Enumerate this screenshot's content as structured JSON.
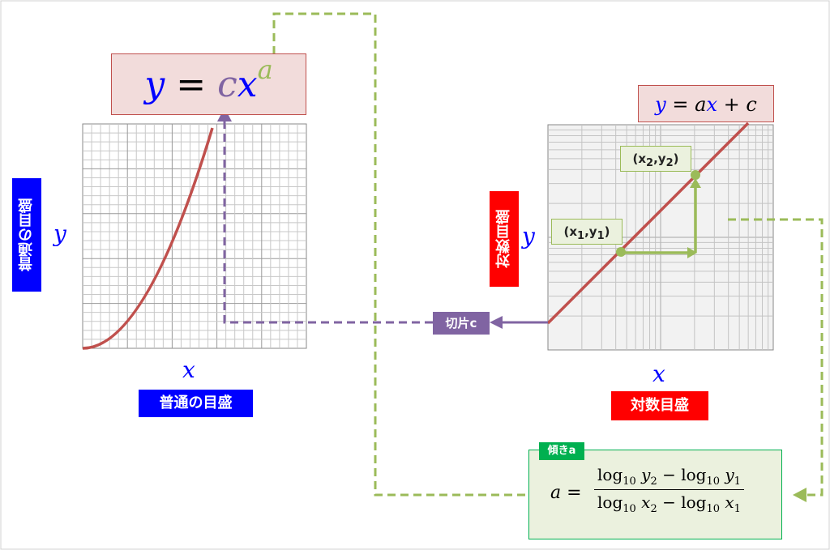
{
  "colors": {
    "blue": "#0000ff",
    "red": "#ff0000",
    "purple": "#8064a2",
    "green": "#9bbb59",
    "curve": "#c0504d",
    "formula_tag": "#00b050"
  },
  "left_panel": {
    "equation": {
      "y": "y",
      "eq": "=",
      "c": "c",
      "x": "x",
      "a": "a"
    },
    "axis_x": "x",
    "axis_y": "y",
    "scale_label_x": "普通の目盛",
    "scale_label_y": "普通の目盛"
  },
  "right_panel": {
    "equation": {
      "y": "y",
      "eq": "=",
      "a": "a",
      "x": "x",
      "plus": "+",
      "c": "c"
    },
    "axis_x": "x",
    "axis_y": "y",
    "scale_label_x": "対数目盛",
    "scale_label_y": "対数目盛",
    "point1": {
      "open": "(x",
      "sub1": "1",
      "comma": ",y",
      "sub2": "1",
      "close": ")"
    },
    "point2": {
      "open": "(x",
      "sub1": "2",
      "comma": ",y",
      "sub2": "2",
      "close": ")"
    }
  },
  "intercept_label": "切片c",
  "slope_tag": "傾きa",
  "formula": {
    "lhs": "a =",
    "num_a": "log",
    "num_a_sub": "10",
    "num_a_var": " y",
    "num_a_var_sub": "2",
    "num_minus": " − ",
    "num_b": "log",
    "num_b_sub": "10",
    "num_b_var": " y",
    "num_b_var_sub": "1",
    "den_a": "log",
    "den_a_sub": "10",
    "den_a_var": " x",
    "den_a_var_sub": "2",
    "den_minus": " − ",
    "den_b": "log",
    "den_b_sub": "10",
    "den_b_var": " x",
    "den_b_var_sub": "1"
  }
}
